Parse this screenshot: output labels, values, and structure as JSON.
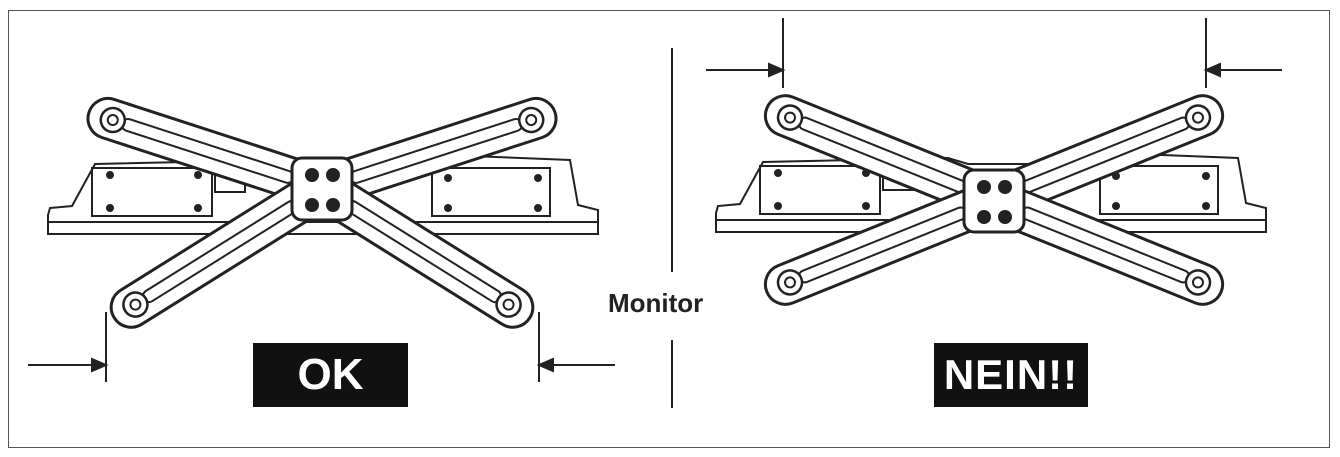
{
  "labels": {
    "ok": "OK",
    "nein": "NEIN!!",
    "monitor": "Monitor"
  },
  "colors": {
    "line": "#222222",
    "label_bg": "#111111",
    "label_text": "#ffffff"
  }
}
